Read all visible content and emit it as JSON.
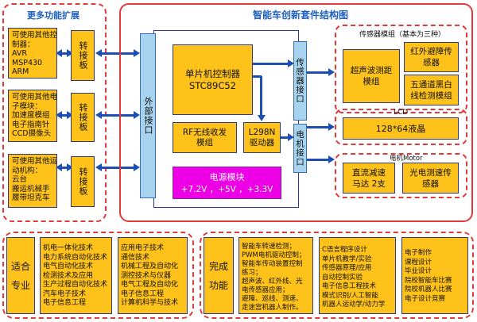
{
  "more_functions": {
    "title": "更多功能扩展",
    "groups": [
      {
        "text": "可使用其他控\n制器：\nAVR\nMSP430\nARM",
        "adapter": "转接板"
      },
      {
        "text": "可使用其他电\n子模块：\n加速度模组\n电子指南针\nCCD摄像头",
        "adapter": "转接板"
      },
      {
        "text": "可使用其他运\n动机构：\n云台\n搬运机械手\n履带坦克车",
        "adapter": "转接板"
      }
    ]
  },
  "main": {
    "title": "智能车创新套件结构图",
    "external_interface": "外部接口",
    "mcu": "单片机控制器\nSTC89C52",
    "rf": "RF无线收发\n模组",
    "l298n": "L298N\n驱动器",
    "power": {
      "title": "电源模块",
      "values": "+7.2V ，+5V ，+3.3V"
    },
    "sensor_interface": "传感器接口",
    "motor_interface": "电机接口",
    "sensor_group": {
      "title": "传感器模组（基本为三种）",
      "ultrasonic": "超声波测距\n模组",
      "infrared": "红外避障传\n感器",
      "line": "五通道黑白\n线检测模组"
    },
    "lcd": {
      "title": "LCD",
      "display": "128*64液晶"
    },
    "motor": {
      "title": "电机Motor",
      "dc": "直流减速\n马达 2支",
      "speed": "光电测速传\n感器"
    }
  },
  "majors": {
    "label": "适合\n专业",
    "col1": "机电一体化技术\n电力系统自动化技术\n电气自动化技术\n检测技术及应用\n生产过程自动化技术\n汽车电子技术\n电子信息工程",
    "col2": "应用电子技术\n通信技术\n机械工程及自动化\n测控技术与仪器\n电气工程及自动化\n电子信息工程\n计算机科学与技术"
  },
  "functions": {
    "label": "完成\n功能",
    "col1": "智能车转速检测；\nPWM电机驱动控制；\n智能车传动装置控制\n练习；\n超声波、红外线、光\n电传感器应用；\n避障、巡线、测速、\n走迷宫机器人制作。",
    "col2": "C语言程序设计\n单片机教学/实验\n传感器原理/应用\n自动控制实验\n电子信息工程技术\n模式识别/人工智能\n机器人运动学/动力学",
    "col3": "电子制作\n课程设计\n毕业设计\n院校智能车比赛\n院校机器人比赛\n电子设计竞赛"
  },
  "colors": {
    "red": "#e23a3a",
    "blue": "#1f5fbf",
    "yellow": "#ffc21a",
    "lightblue": "#a8d3ee",
    "magenta": "#ee00e6"
  }
}
